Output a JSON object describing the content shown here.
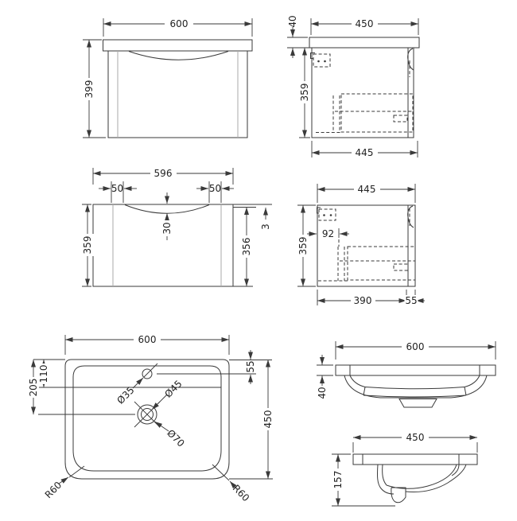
{
  "drawing": {
    "views": {
      "vanity_front": {
        "width": "600",
        "height": "399"
      },
      "vanity_side": {
        "worktop_thickness": "40",
        "worktop_depth": "450",
        "cabinet_height": "359",
        "cabinet_depth": "445"
      },
      "cabinet_front": {
        "width": "596",
        "left_margin": "50",
        "right_margin": "50",
        "bow_depth": "30",
        "top_edge": "3",
        "height_back": "359",
        "height_front": "356"
      },
      "cabinet_side": {
        "depth": "445",
        "bracket_offset": "92",
        "height": "359",
        "depth_back": "390",
        "depth_front": "55"
      },
      "basin_plan": {
        "width": "600",
        "tap_ledge": "110",
        "waste_centre": "205",
        "tap_from_back": "55",
        "depth": "450",
        "tap_hole": "Ø35",
        "waste_top": "Ø45",
        "waste_bottom": "Ø70",
        "radius_left": "R60",
        "radius_right": "R60"
      },
      "basin_front": {
        "width": "600",
        "edge_height": "40"
      },
      "basin_side": {
        "depth": "450",
        "height": "157"
      }
    }
  }
}
